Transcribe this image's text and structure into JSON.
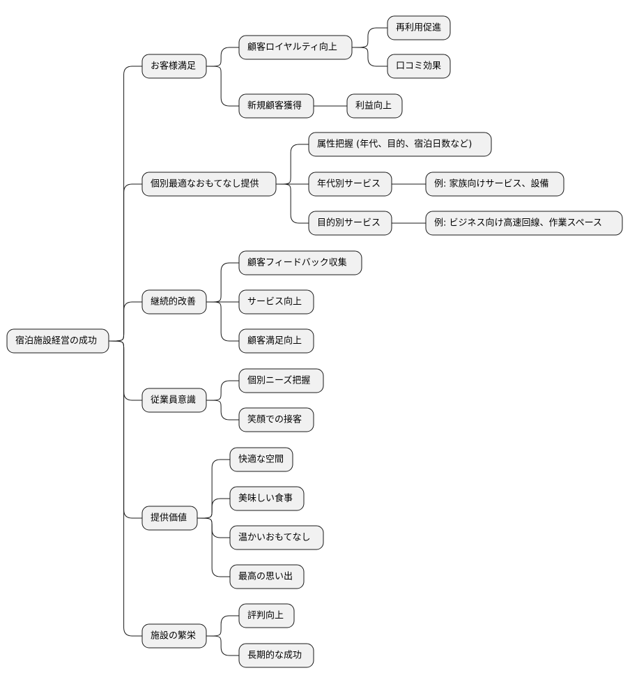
{
  "mindmap": {
    "root": {
      "label": "宿泊施設経営の成功",
      "children": [
        {
          "label": "お客様満足",
          "children": [
            {
              "label": "顧客ロイヤルティ向上",
              "children": [
                {
                  "label": "再利用促進"
                },
                {
                  "label": "口コミ効果"
                }
              ]
            },
            {
              "label": "新規顧客獲得",
              "children": [
                {
                  "label": "利益向上"
                }
              ]
            }
          ]
        },
        {
          "label": "個別最適なおもてなし提供",
          "children": [
            {
              "label": "属性把握 (年代、目的、宿泊日数など)"
            },
            {
              "label": "年代別サービス",
              "children": [
                {
                  "label": "例: 家族向けサービス、設備"
                }
              ]
            },
            {
              "label": "目的別サービス",
              "children": [
                {
                  "label": "例: ビジネス向け高速回線、作業スペース"
                }
              ]
            }
          ]
        },
        {
          "label": "継続的改善",
          "children": [
            {
              "label": "顧客フィードバック収集"
            },
            {
              "label": "サービス向上"
            },
            {
              "label": "顧客満足向上"
            }
          ]
        },
        {
          "label": "従業員意識",
          "children": [
            {
              "label": "個別ニーズ把握"
            },
            {
              "label": "笑顔での接客"
            }
          ]
        },
        {
          "label": "提供価値",
          "children": [
            {
              "label": "快適な空間"
            },
            {
              "label": "美味しい食事"
            },
            {
              "label": "温かいおもてなし"
            },
            {
              "label": "最高の思い出"
            }
          ]
        },
        {
          "label": "施設の繁栄",
          "children": [
            {
              "label": "評判向上"
            },
            {
              "label": "長期的な成功"
            }
          ]
        }
      ]
    }
  }
}
